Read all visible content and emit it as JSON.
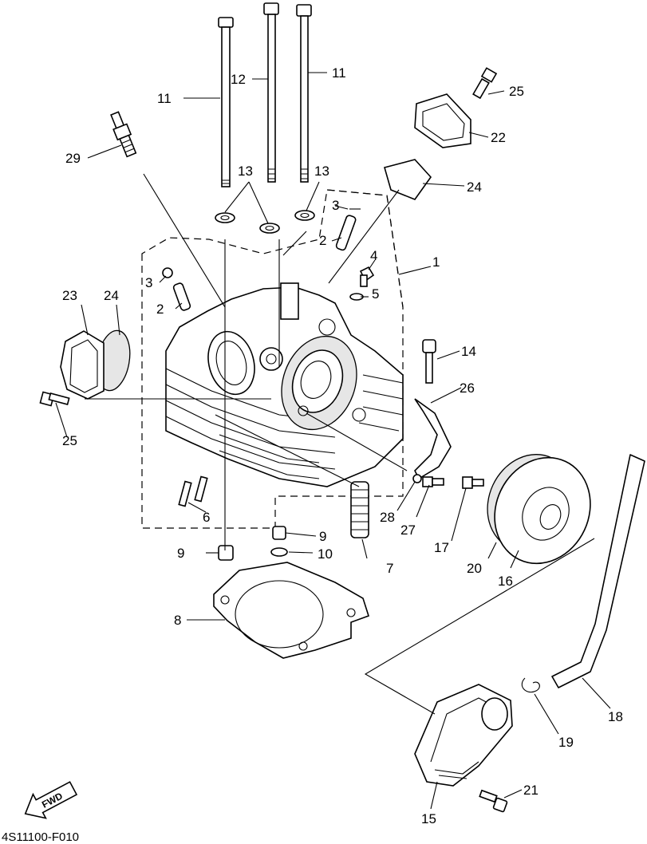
{
  "diagram_code": "4S11100-F010",
  "direction_label": "FWD",
  "callouts": {
    "c1": "1",
    "c2a": "2",
    "c2b": "2",
    "c3a": "3",
    "c3b": "3",
    "c4": "4",
    "c5": "5",
    "c6": "6",
    "c7": "7",
    "c8": "8",
    "c9a": "9",
    "c9b": "9",
    "c10": "10",
    "c11a": "11",
    "c11b": "11",
    "c12": "12",
    "c13a": "13",
    "c13b": "13",
    "c14": "14",
    "c15": "15",
    "c16": "16",
    "c17": "17",
    "c18": "18",
    "c19": "19",
    "c20": "20",
    "c21": "21",
    "c22": "22",
    "c23": "23",
    "c24a": "24",
    "c24b": "24",
    "c25a": "25",
    "c25b": "25",
    "c26": "26",
    "c27": "27",
    "c28": "28",
    "c29": "29"
  }
}
